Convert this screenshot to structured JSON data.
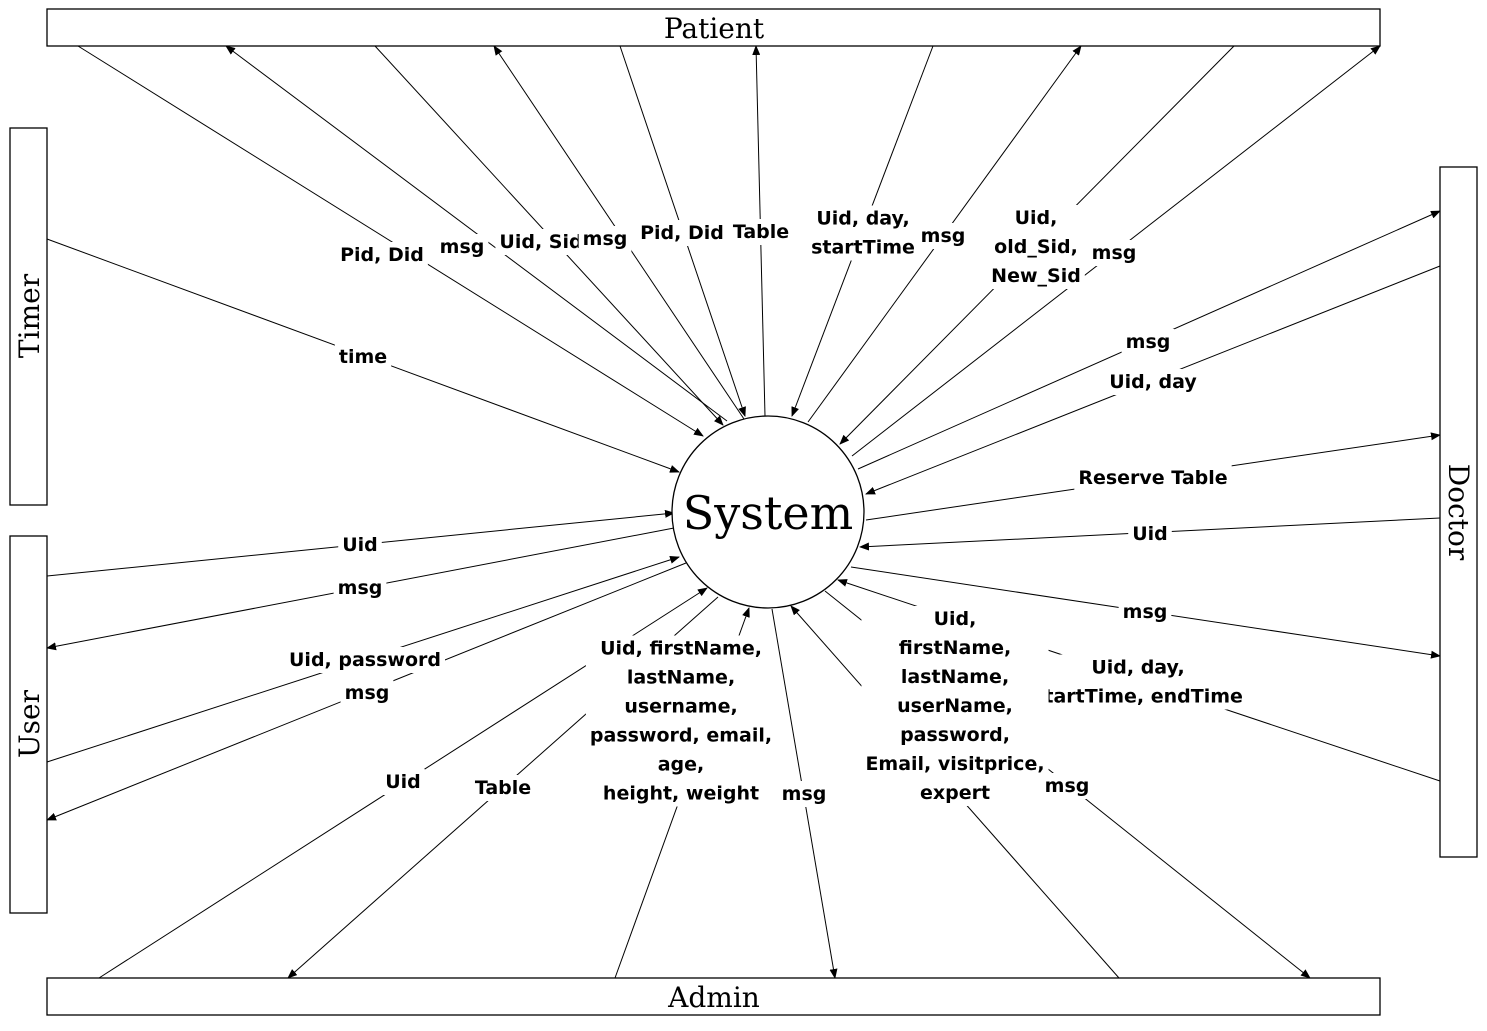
{
  "entities": {
    "patient": "Patient",
    "timer": "Timer",
    "user": "User",
    "doctor": "Doctor",
    "admin": "Admin"
  },
  "process": "System",
  "flows": {
    "patient_pid_did_in": [
      "Pid, Did"
    ],
    "patient_msg_out_1": [
      "msg"
    ],
    "patient_uid_sid_in": [
      "Uid, Sid"
    ],
    "patient_msg_out_2": [
      "msg"
    ],
    "patient_pid_did_in_2": [
      "Pid, Did"
    ],
    "patient_table_out": [
      "Table"
    ],
    "patient_uid_day_start_in": [
      "Uid, day,",
      "startTime"
    ],
    "patient_msg_out_3": [
      "msg"
    ],
    "patient_uid_oldsid_newsid_in": [
      "Uid,",
      "old_Sid,",
      "New_Sid"
    ],
    "patient_msg_out_4": [
      "msg"
    ],
    "timer_time_in": [
      "time"
    ],
    "doctor_msg_out_1": [
      "msg"
    ],
    "doctor_uid_day_in": [
      "Uid, day"
    ],
    "doctor_reserve_table_out": [
      "Reserve Table"
    ],
    "doctor_uid_in": [
      "Uid"
    ],
    "doctor_msg_out_2": [
      "msg"
    ],
    "doctor_uid_day_start_end_in": [
      "Uid, day,",
      "startTime, endTime"
    ],
    "user_uid_in": [
      "Uid"
    ],
    "user_msg_out_1": [
      "msg"
    ],
    "user_uid_password_in": [
      "Uid, password"
    ],
    "user_msg_out_2": [
      "msg"
    ],
    "admin_uid_in": [
      "Uid"
    ],
    "admin_table_out": [
      "Table"
    ],
    "admin_patient_info_in": [
      "Uid, firstName,",
      "lastName,",
      "username,",
      "password, email,",
      "age,",
      "height, weight"
    ],
    "admin_msg_out_1": [
      "msg"
    ],
    "admin_doctor_info_in": [
      "Uid,",
      "firstName,",
      "lastName,",
      "userName,",
      "password,",
      "Email, visitprice,",
      "expert"
    ],
    "admin_msg_out_2": [
      "msg"
    ]
  }
}
